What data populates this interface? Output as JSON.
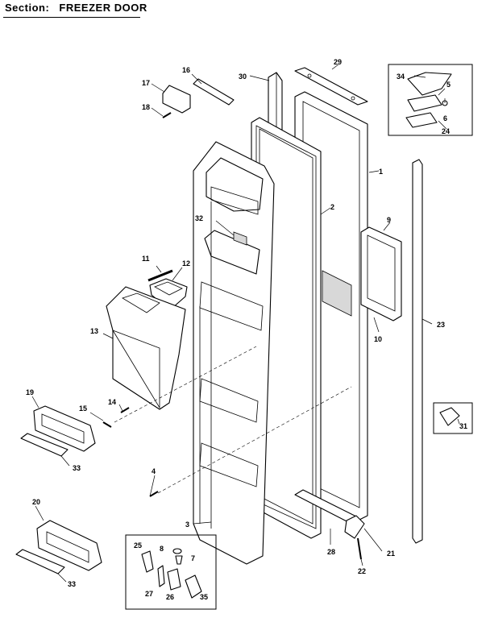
{
  "header": {
    "label": "Section:",
    "title": "FREEZER DOOR"
  },
  "callouts": {
    "p1": "1",
    "p2": "2",
    "p3": "3",
    "p4": "4",
    "p5": "5",
    "p6": "6",
    "p7": "7",
    "p8": "8",
    "p9": "9",
    "p10": "10",
    "p11": "11",
    "p12": "12",
    "p13": "13",
    "p14": "14",
    "p15": "15",
    "p16": "16",
    "p17": "17",
    "p18": "18",
    "p19": "19",
    "p20": "20",
    "p21": "21",
    "p22": "22",
    "p23": "23",
    "p24": "24",
    "p25": "25",
    "p26": "26",
    "p27": "27",
    "p28": "28",
    "p29": "29",
    "p30": "30",
    "p31": "31",
    "p32": "32",
    "p33a": "33",
    "p33b": "33",
    "p34": "34",
    "p35": "35"
  }
}
